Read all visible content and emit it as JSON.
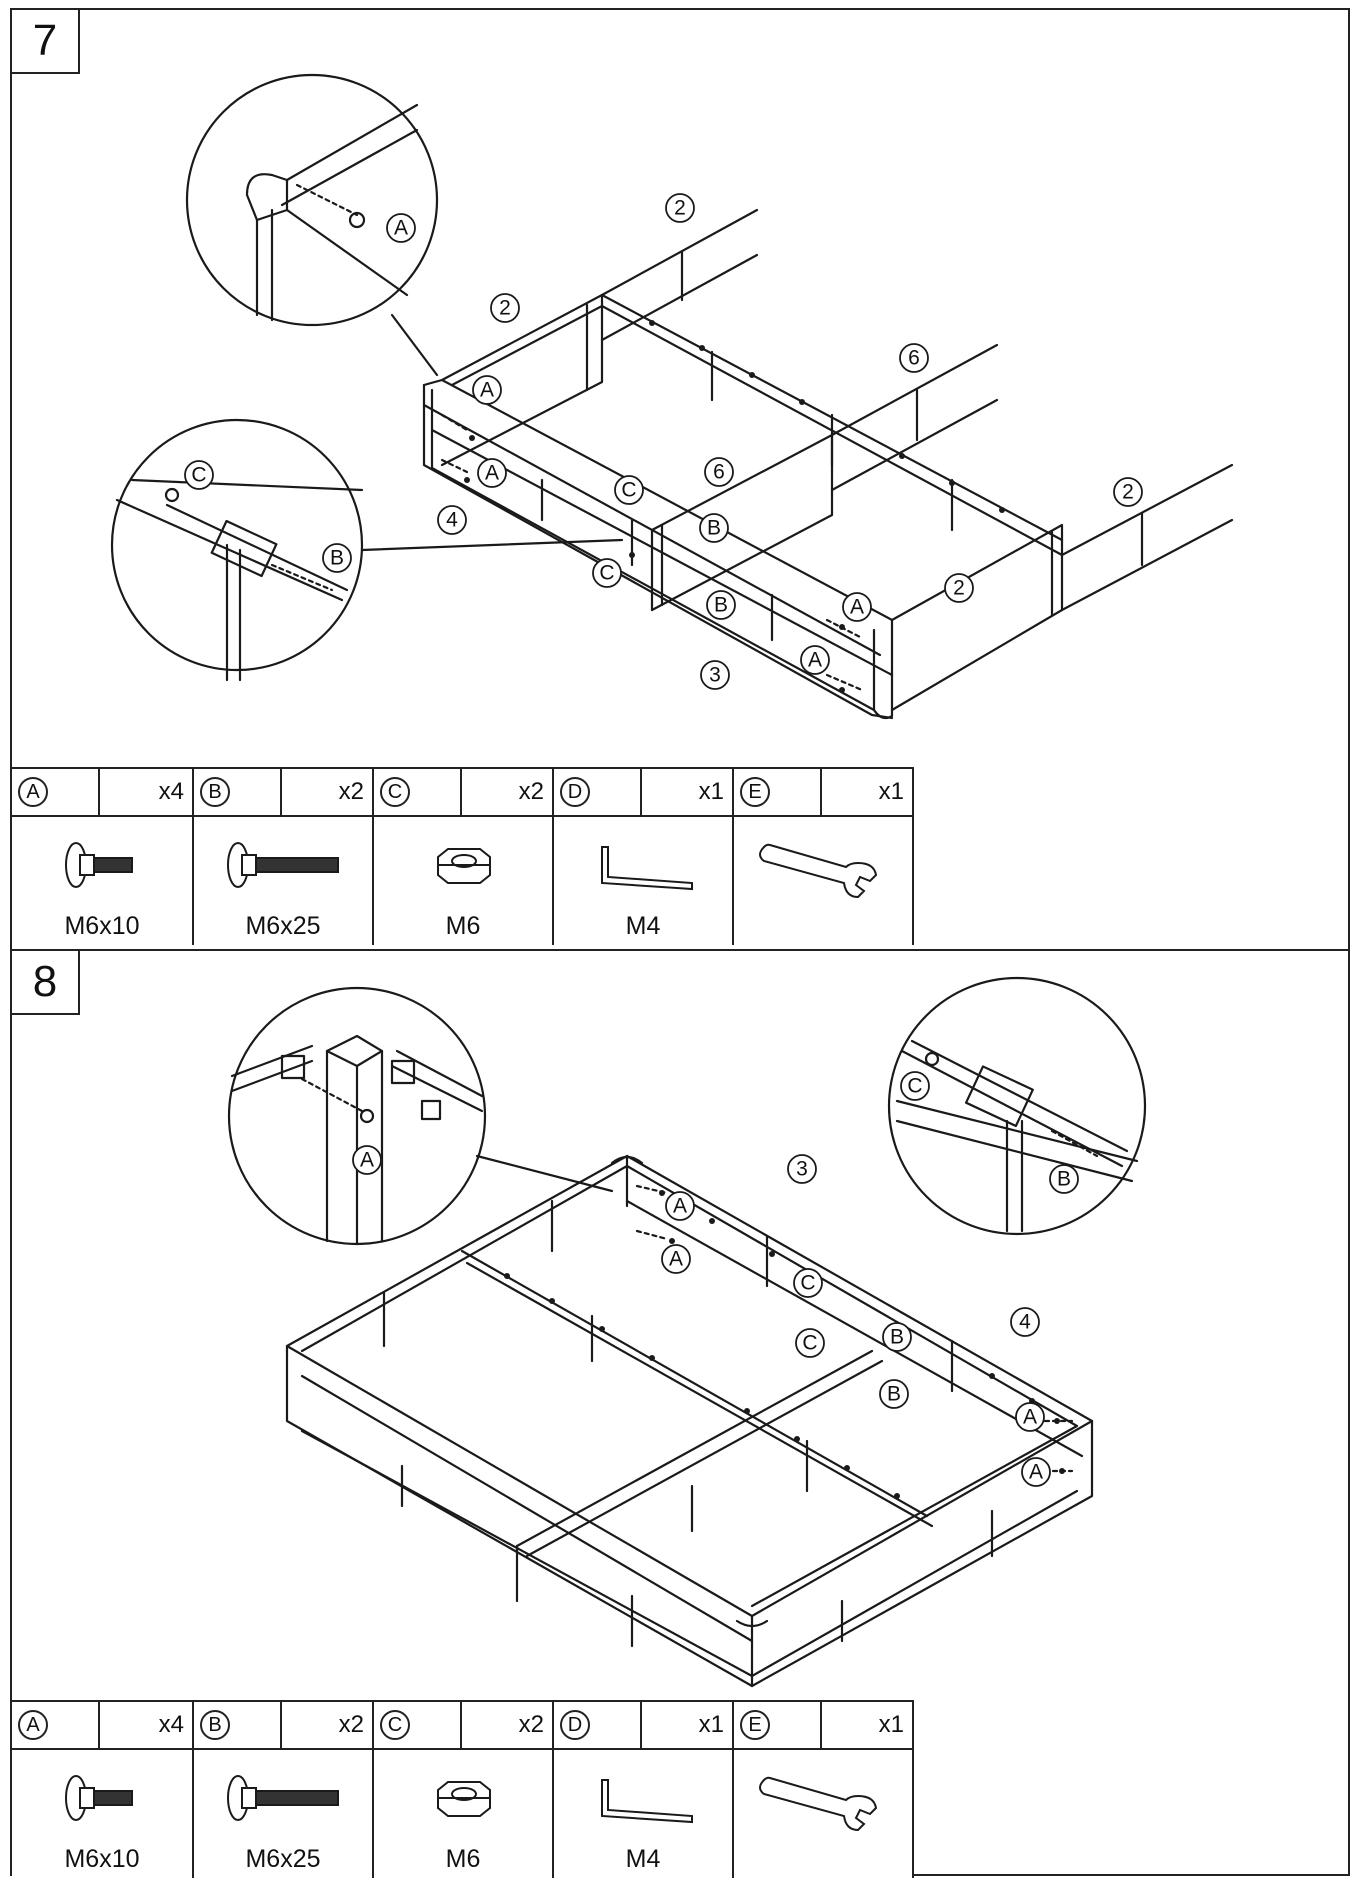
{
  "steps": [
    {
      "number": "7",
      "callouts": {
        "detail_top": [
          "A"
        ],
        "detail_left": [
          "C",
          "B"
        ],
        "main": [
          "2",
          "2",
          "6",
          "2",
          "2",
          "6",
          "4",
          "3",
          "A",
          "A",
          "C",
          "C",
          "B",
          "B",
          "A",
          "A"
        ]
      },
      "hardware": [
        {
          "id": "A",
          "qty": "x4",
          "size": "M6x10",
          "icon": "short-bolt-icon"
        },
        {
          "id": "B",
          "qty": "x2",
          "size": "M6x25",
          "icon": "long-bolt-icon"
        },
        {
          "id": "C",
          "qty": "x2",
          "size": "M6",
          "icon": "hex-nut-icon"
        },
        {
          "id": "D",
          "qty": "x1",
          "size": "M4",
          "icon": "allen-key-icon"
        },
        {
          "id": "E",
          "qty": "x1",
          "size": "",
          "icon": "wrench-icon"
        }
      ]
    },
    {
      "number": "8",
      "callouts": {
        "detail_left": [
          "A"
        ],
        "detail_right": [
          "C",
          "B"
        ],
        "main": [
          "3",
          "4",
          "A",
          "A",
          "C",
          "C",
          "B",
          "B",
          "A",
          "A"
        ]
      },
      "hardware": [
        {
          "id": "A",
          "qty": "x4",
          "size": "M6x10",
          "icon": "short-bolt-icon"
        },
        {
          "id": "B",
          "qty": "x2",
          "size": "M6x25",
          "icon": "long-bolt-icon"
        },
        {
          "id": "C",
          "qty": "x2",
          "size": "M6",
          "icon": "hex-nut-icon"
        },
        {
          "id": "D",
          "qty": "x1",
          "size": "M4",
          "icon": "allen-key-icon"
        },
        {
          "id": "E",
          "qty": "x1",
          "size": "",
          "icon": "wrench-icon"
        }
      ]
    }
  ]
}
